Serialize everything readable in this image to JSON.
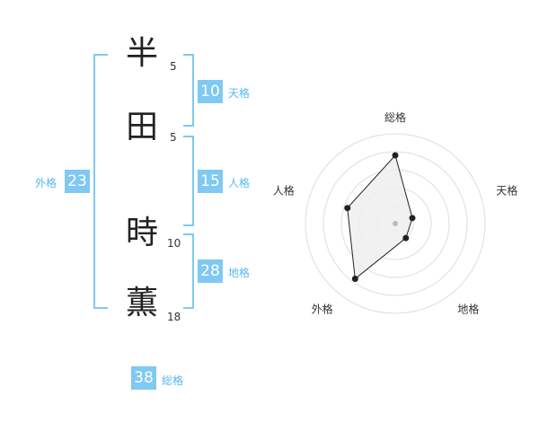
{
  "name_chars": [
    {
      "char": "半",
      "strokes": "5"
    },
    {
      "char": "田",
      "strokes": "5"
    },
    {
      "char": "時",
      "strokes": "10"
    },
    {
      "char": "薫",
      "strokes": "18"
    }
  ],
  "kakusu": {
    "tenkaku": {
      "value": "10",
      "label": "天格"
    },
    "jinkaku": {
      "value": "15",
      "label": "人格"
    },
    "chikaku": {
      "value": "28",
      "label": "地格"
    },
    "gaikaku": {
      "value": "23",
      "label": "外格"
    },
    "soukaku": {
      "value": "38",
      "label": "総格"
    }
  },
  "chart_data": {
    "type": "radar",
    "axes": [
      "総格",
      "天格",
      "地格",
      "外格",
      "人格"
    ],
    "values": [
      38,
      10,
      10,
      38,
      28
    ],
    "range": [
      0,
      50
    ],
    "rings": 5,
    "colors": {
      "fill": "#eeeeee",
      "line": "#222222",
      "grid": "#dddddd",
      "center": "#bbbbbb"
    }
  }
}
